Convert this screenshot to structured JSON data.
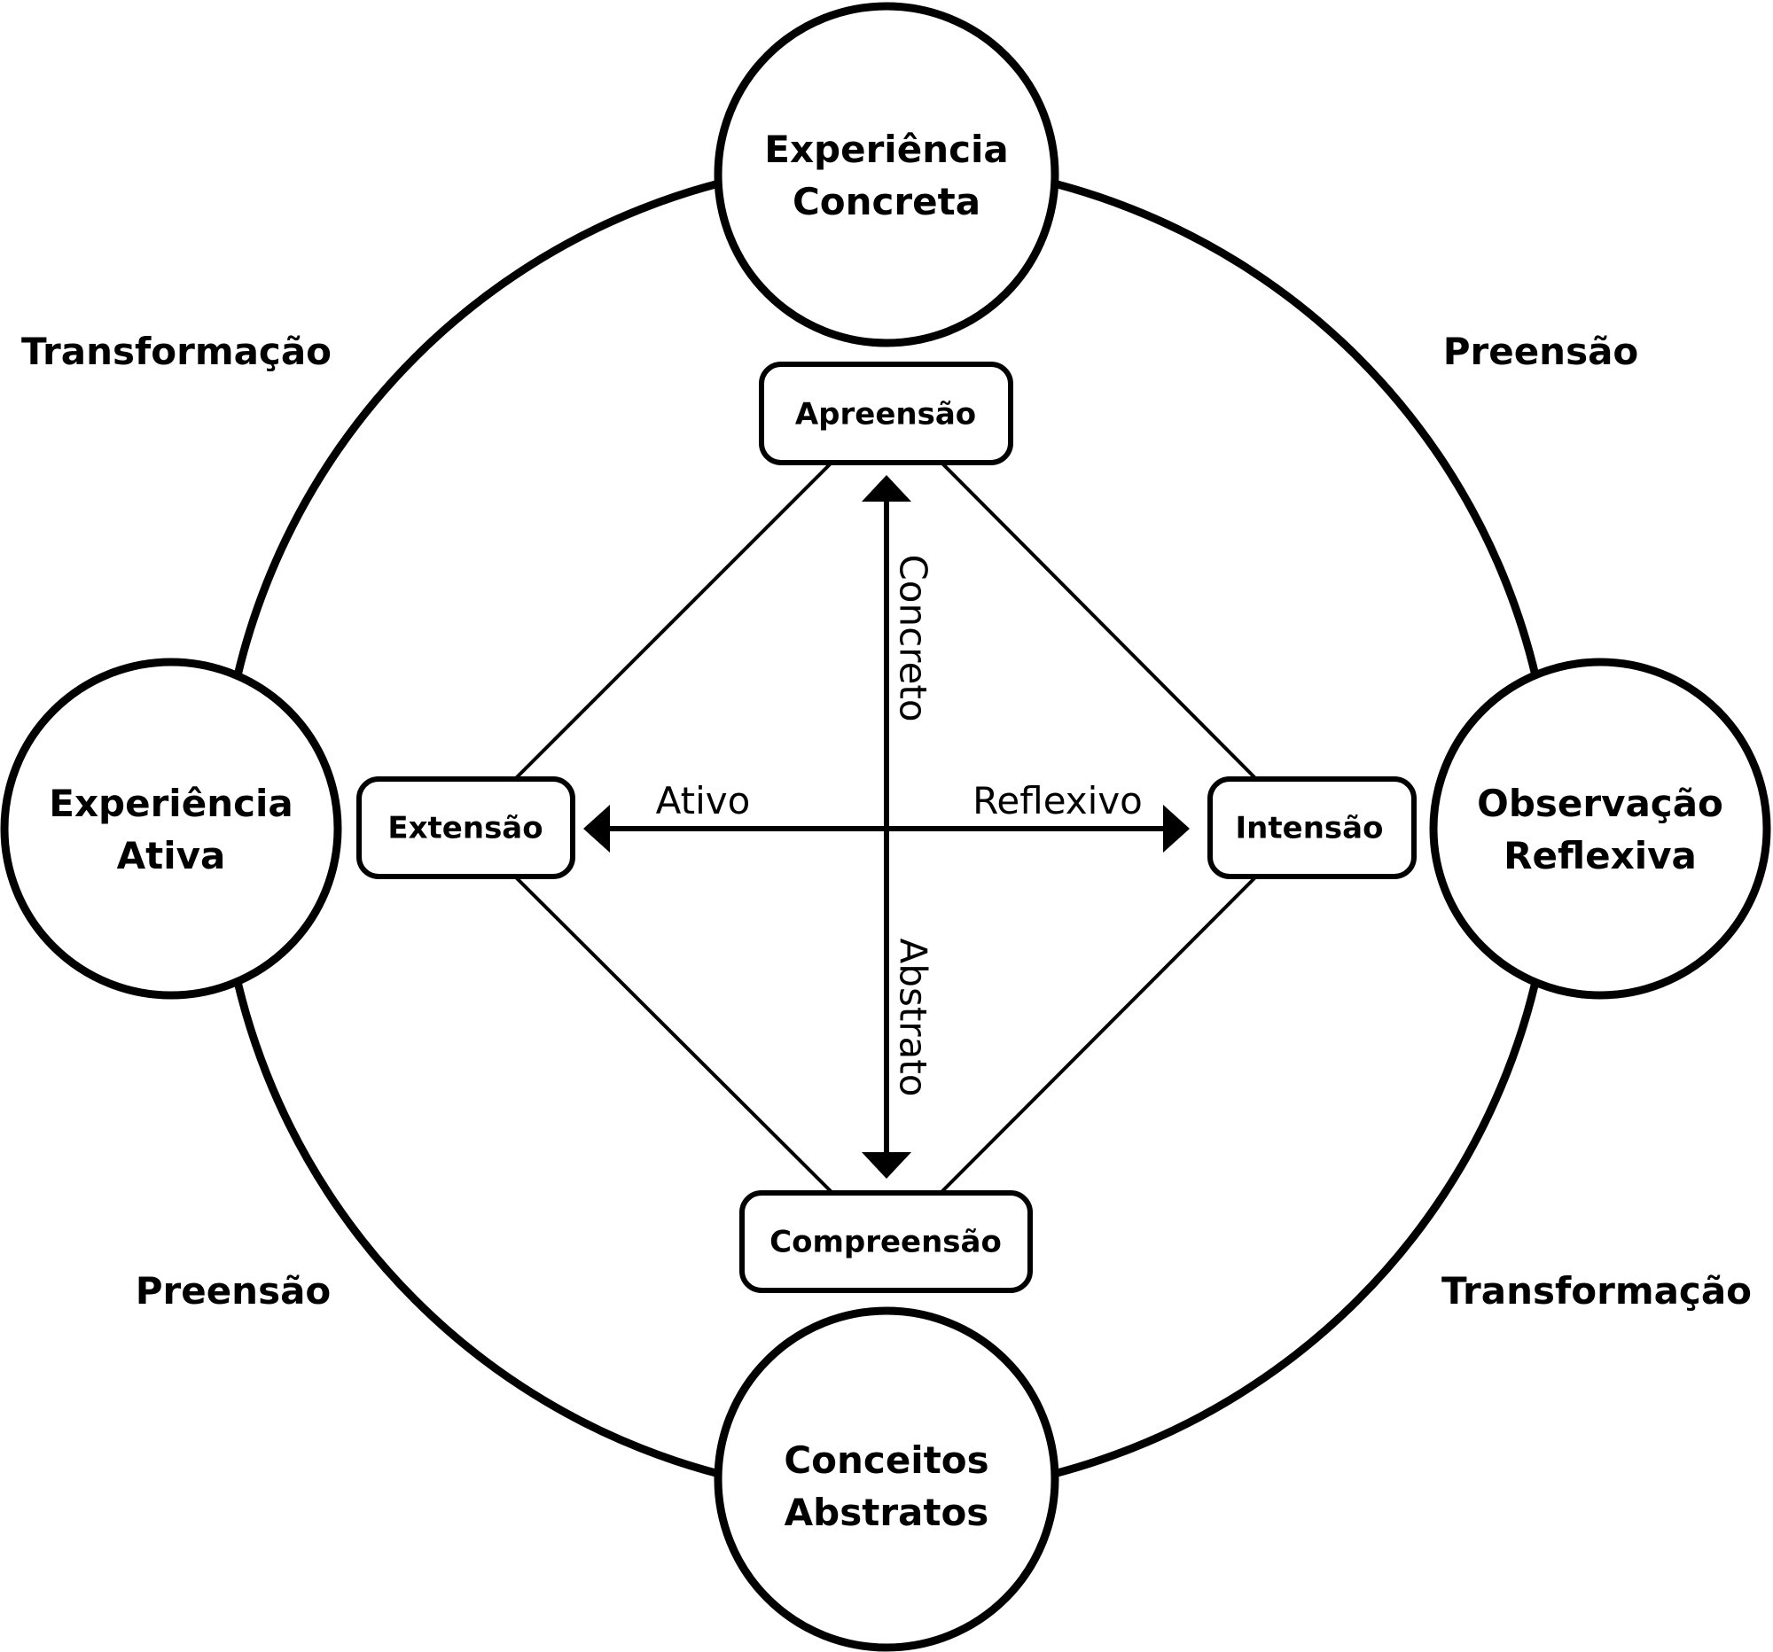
{
  "circles": {
    "top": {
      "line1": "Experiência",
      "line2": "Concreta"
    },
    "left": {
      "line1": "Experiência",
      "line2": "Ativa"
    },
    "right": {
      "line1": "Observação",
      "line2": "Reflexiva"
    },
    "bottom": {
      "line1": "Conceitos",
      "line2": "Abstratos"
    }
  },
  "boxes": {
    "top": "Apreensão",
    "left": "Extensão",
    "right": "Intensão",
    "bottom": "Compreensão"
  },
  "corner_labels": {
    "top_left": "Transformação",
    "top_right": "Preensão",
    "bottom_left": "Preensão",
    "bottom_right": "Transformação"
  },
  "axis_labels": {
    "up": "Concreto",
    "down": "Abstrato",
    "left": "Ativo",
    "right": "Reflexivo"
  }
}
